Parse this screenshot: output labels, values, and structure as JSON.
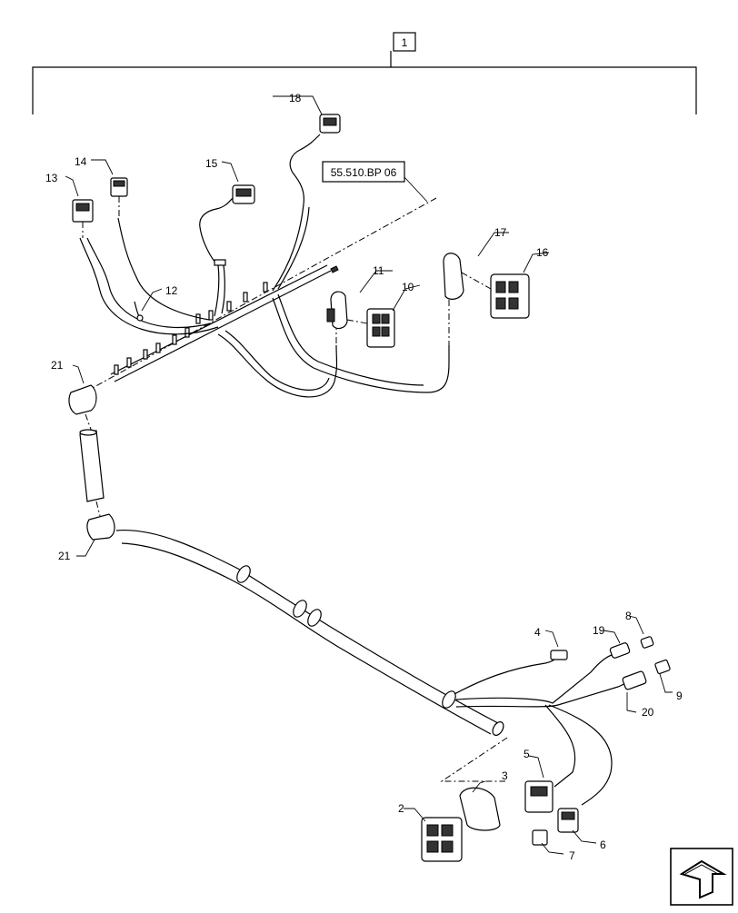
{
  "assembly": {
    "item_number": "1"
  },
  "reference": {
    "text": "55.510.BP 06"
  },
  "callouts": [
    {
      "key": "c1",
      "number": "2"
    },
    {
      "key": "c2",
      "number": "3"
    },
    {
      "key": "c3",
      "number": "4"
    },
    {
      "key": "c4",
      "number": "5"
    },
    {
      "key": "c5",
      "number": "6"
    },
    {
      "key": "c6",
      "number": "7"
    },
    {
      "key": "c7",
      "number": "8"
    },
    {
      "key": "c8",
      "number": "9"
    },
    {
      "key": "c9",
      "number": "10"
    },
    {
      "key": "c10",
      "number": "11"
    },
    {
      "key": "c11",
      "number": "12"
    },
    {
      "key": "c12",
      "number": "13"
    },
    {
      "key": "c13",
      "number": "14"
    },
    {
      "key": "c14",
      "number": "15"
    },
    {
      "key": "c15",
      "number": "16"
    },
    {
      "key": "c16",
      "number": "17"
    },
    {
      "key": "c17",
      "number": "18"
    },
    {
      "key": "c18",
      "number": "19"
    },
    {
      "key": "c19",
      "number": "20"
    },
    {
      "key": "c20",
      "number": "21"
    },
    {
      "key": "c21",
      "number": "21"
    }
  ],
  "nav_icon": {
    "icon": "arrow-return-icon"
  }
}
